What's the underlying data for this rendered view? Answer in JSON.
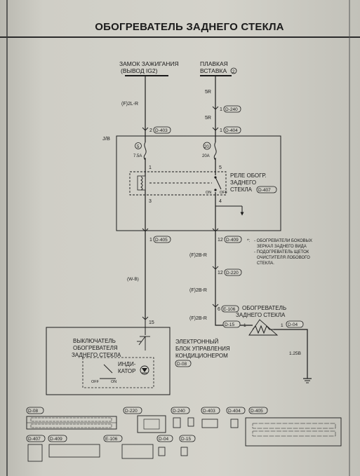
{
  "title": "ОБОГРЕВАТЕЛЬ ЗАДНЕГО СТЕКЛА",
  "ignition": {
    "line1": "ЗАМОК ЗАЖИГАНИЯ",
    "line2": "(ВЫВОД IG2)"
  },
  "fuse_link": {
    "line1": "ПЛАВКАЯ",
    "line2": "ВСТАВКА",
    "num": "2"
  },
  "wire_labels": {
    "f2lr": "(F)2L-R",
    "r5_a": "5R",
    "r5_b": "5R",
    "wb": "(W-B)",
    "f2br_1": "(F)2B-R",
    "f2br_2": "(F)2B-R",
    "f2br_3": "(F)2B-R",
    "b125": "1.25B"
  },
  "connectors": {
    "d240_pin": "1",
    "d240": "D-240",
    "d403_pin": "2",
    "d403": "D-403",
    "d404_pin": "1",
    "d404": "D-404",
    "d405_pin": "1",
    "d405": "D-405",
    "d409_pin": "12",
    "d409": "D-409",
    "d220_pin": "12",
    "d220": "D-220",
    "e106_pin": "6",
    "e106": "E-106",
    "d15_pin": "1",
    "d15": "D-15",
    "d04_pin": "1",
    "d04": "D-04",
    "pin15": "15"
  },
  "jb": "J/B",
  "fuses": {
    "f5_num": "5",
    "f5_amp": "7.5A",
    "f20_num": "20",
    "f20_amp": "20A"
  },
  "relay": {
    "line1": "РЕЛЕ ОБОГР.",
    "line2": "ЗАДНЕГО",
    "line3": "СТЕКЛА",
    "conn": "D-407",
    "pin1": "1",
    "pin3": "3",
    "pin4": "4",
    "pin5": "5",
    "on": "ON",
    "off": "OFF"
  },
  "notes": {
    "star": "*:",
    "n1": "- ОБОГРЕВАТЕЛИ БОКОВЫХ",
    "n2": "ЗЕРКАЛ ЗАДНЕГО ВИДА",
    "n3": "- ПОДОГРЕВАТЕЛЬ ЩЕТОК",
    "n4": "ОЧИСТИТЕЛЯ ЛОБОВОГО",
    "n5": "СТЕКЛА."
  },
  "heater": {
    "line1": "ОБОГРЕВАТЕЛЬ",
    "line2": "ЗАДНЕГО СТЕКЛА"
  },
  "switch_box": {
    "line1": "ВЫКЛЮЧАТЕЛЬ",
    "line2": "ОБОГРЕВАТЕЛЯ",
    "line3": "ЗАДНЕГО СТЕКЛА",
    "ind1": "ИНДИ-",
    "ind2": "КАТОР",
    "off": "OFF",
    "on": "ON"
  },
  "ecu": {
    "line1": "ЭЛЕКТРОННЫЙ",
    "line2": "БЛОК УПРАВЛЕНИЯ",
    "line3": "КОНДИЦИОНЕРОМ",
    "conn": "D-08"
  },
  "legend": {
    "d08": "D-08",
    "d220": "D-220",
    "d240": "D-240",
    "d403": "D-403",
    "d404": "D-404",
    "d405": "D-405",
    "d407": "D-407",
    "d409": "D-409",
    "e106": "E-106",
    "d04": "D-04",
    "d15": "D-15"
  },
  "colors": {
    "ink": "#1b1b1b",
    "paper": "#d4d3cb",
    "frame": "#3a3a3a"
  }
}
